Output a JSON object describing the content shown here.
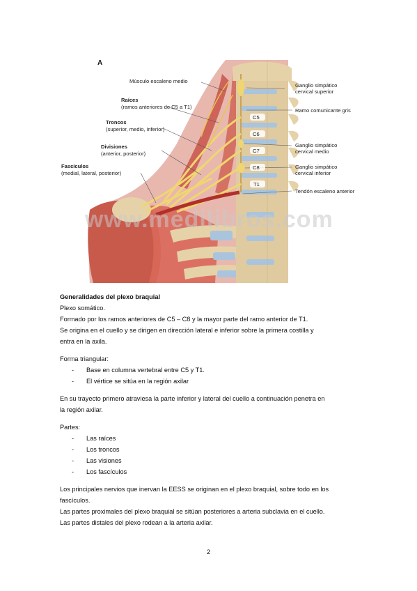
{
  "figure": {
    "letter": "A",
    "labels_left": {
      "muscle": "Músculo escaleno medio",
      "roots_title": "Raíces",
      "roots_sub": "(ramos anteriores de C5 a T1)",
      "trunks_title": "Troncos",
      "trunks_sub": "(superior, medio, inferior)",
      "divisions_title": "Divisiones",
      "divisions_sub": "(anterior, posterior)",
      "cords_title": "Fascículos",
      "cords_sub": "(medial, lateral, posterior)"
    },
    "labels_right": {
      "sup_gang_1": "Ganglio simpático",
      "sup_gang_2": "cervical superior",
      "ramo": "Ramo comunicante gris",
      "mid_gang_1": "Ganglio simpático",
      "mid_gang_2": "cervical medio",
      "inf_gang_1": "Ganglio simpático",
      "inf_gang_2": "cervical inferior",
      "tendon": "Tendón escaleno anterior"
    },
    "vertebra_labels": [
      "C5",
      "C6",
      "C7",
      "C8",
      "T1"
    ],
    "watermark": "www.medilibros.com"
  },
  "content": {
    "heading": "Generalidades del plexo braquial",
    "p1": "Plexo somático.",
    "p2": "Formado por los ramos anteriores de C5 – C8 y la mayor parte del ramo anterior de T1.",
    "p3": "Se origina en el cuello y se dirigen en dirección lateral e inferior sobre la primera costilla y",
    "p4": "entra en la axila.",
    "forma": "Forma triangular:",
    "forma_items": [
      "Base en columna vertebral entre C5 y T1.",
      "El vértice se sitúa en la región axilar"
    ],
    "trayecto_1": "En su trayecto primero atraviesa la parte inferior y lateral del cuello a continuación penetra en",
    "trayecto_2": "la región axilar.",
    "partes": "Partes:",
    "partes_items": [
      "Las raíces",
      "Los troncos",
      "Las visiones",
      "Los fascículos"
    ],
    "final_1": "Los principales nervios que inervan la EESS se originan en el plexo braquial, sobre todo en los",
    "final_2": "fascículos.",
    "final_3": "Las partes proximales del plexo braquial se sitúan posteriores a arteria subclavia en el cuello.",
    "final_4": "Las partes distales del plexo rodean a la arteria axilar."
  },
  "page_number": "2",
  "colors": {
    "muscle": "#d9685a",
    "bone": "#e6d2a8",
    "disc": "#a9c4dc",
    "nerve": "#f0d670",
    "background": "#ffffff"
  }
}
